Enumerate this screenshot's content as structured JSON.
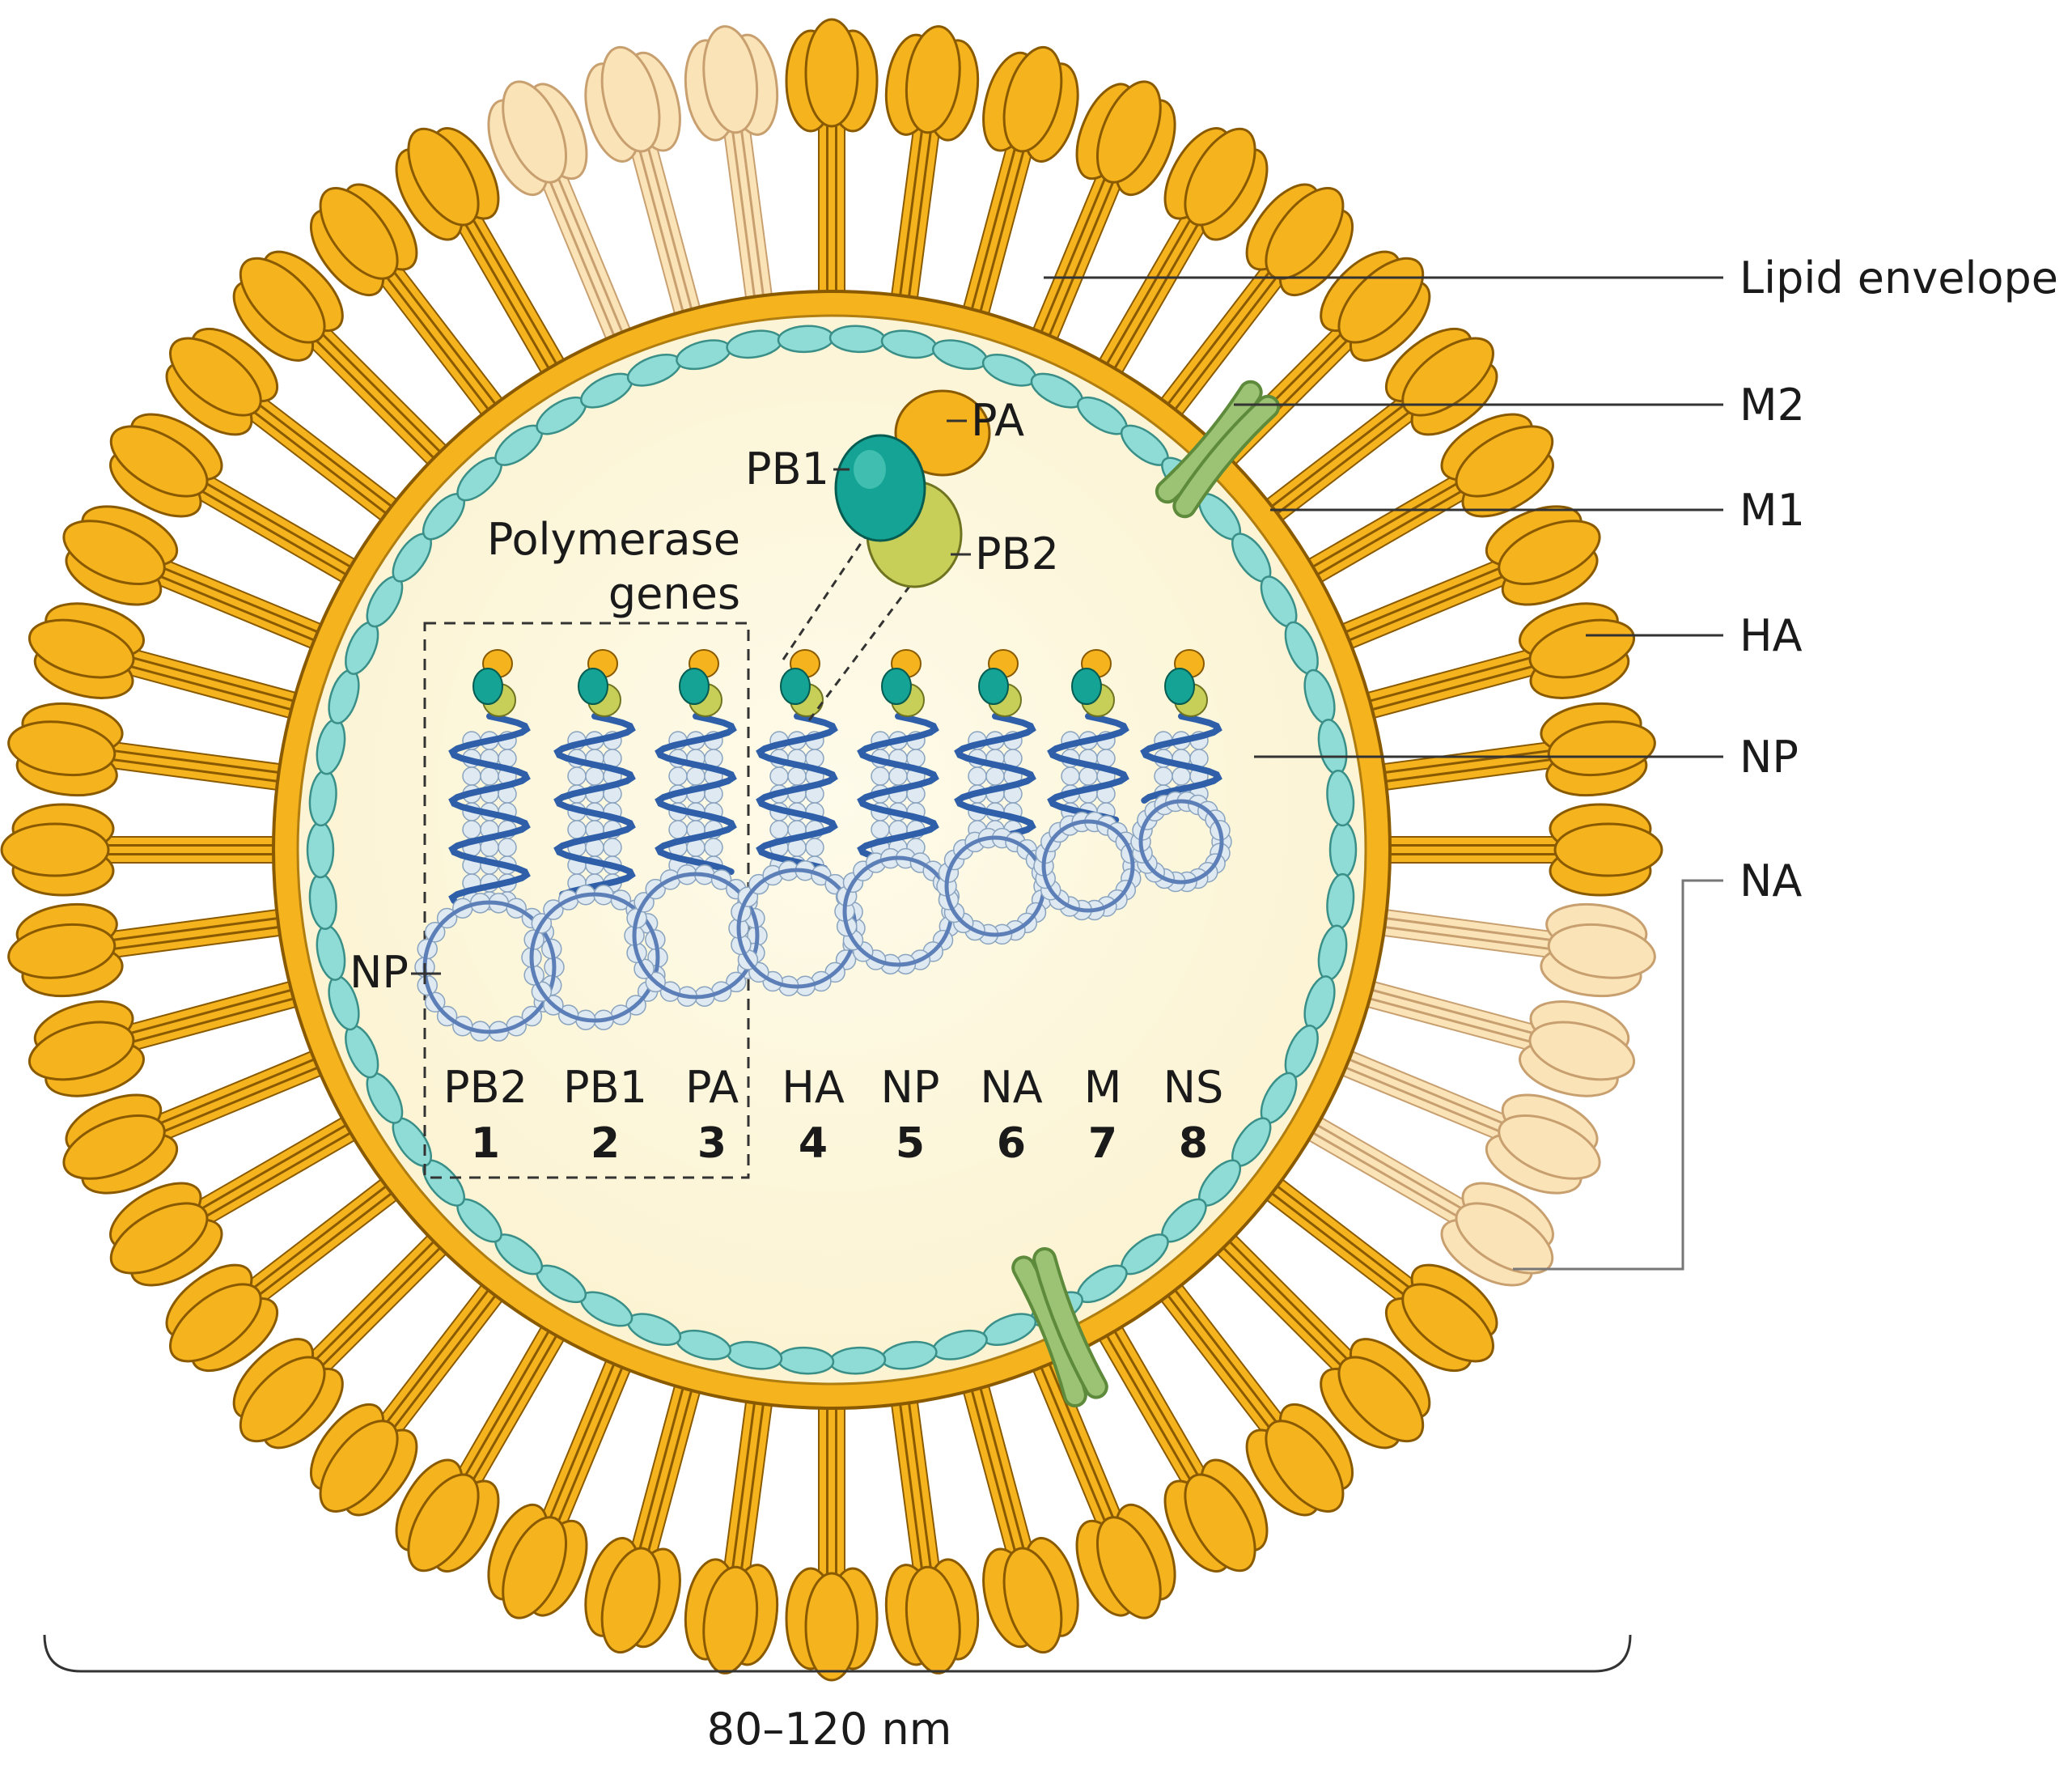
{
  "labels": {
    "lipid_envelope": "Lipid envelope",
    "m2": "M2",
    "m1": "M1",
    "ha": "HA",
    "np": "NP",
    "na": "NA",
    "pa": "PA",
    "pb1": "PB1",
    "pb2": "PB2",
    "np_left": "NP",
    "polymerase_line1": "Polymerase",
    "polymerase_line2": "genes",
    "size": "80–120 nm"
  },
  "segments": [
    {
      "name": "PB2",
      "number": "1"
    },
    {
      "name": "PB1",
      "number": "2"
    },
    {
      "name": "PA",
      "number": "3"
    },
    {
      "name": "HA",
      "number": "4"
    },
    {
      "name": "NP",
      "number": "5"
    },
    {
      "name": "NA",
      "number": "6"
    },
    {
      "name": "M",
      "number": "7"
    },
    {
      "name": "NS",
      "number": "8"
    }
  ],
  "colors": {
    "spike_ha": "#f5b31e",
    "spike_outline": "#8a5a00",
    "spike_na": "#fbe3b8",
    "interior": "#fdf8e1",
    "envelope": "#f5b31e",
    "m1": "#8fdcd6",
    "m2": "#8fb86a",
    "pb1": "#14a394",
    "pa": "#f5b31e",
    "pb2": "#c8cf59",
    "rna": "#2f5fa8",
    "np_bead": "#dfe9f2"
  }
}
